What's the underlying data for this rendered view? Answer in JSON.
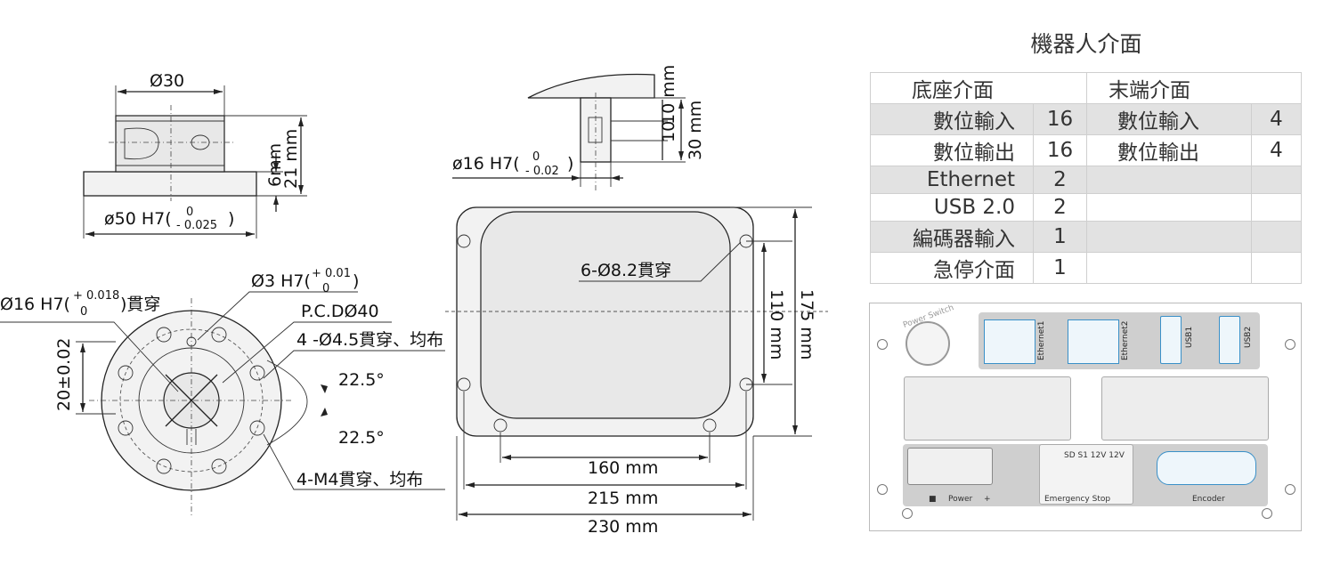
{
  "drawing": {
    "base_flange": {
      "dia_30": "Ø30",
      "dia_50": "ø50 H7(",
      "tol_50_upper": "0",
      "tol_50_lower": "- 0.025",
      "tol_close": ")",
      "h_6": "6mm",
      "h_21": "21 mm"
    },
    "base_top": {
      "dia_16": "Ø16 H7(",
      "tol_16_upper": "+ 0.018",
      "tol_16_lower": "0",
      "tol_16_suffix": ")貫穿",
      "dia_3": "Ø3 H7(",
      "tol_3_upper": "+ 0.01",
      "tol_3_lower": "0",
      "tol_3_close": ")",
      "pcd": "P.C.DØ40",
      "holes_45": "4 -Ø4.5貫穿、均布",
      "angle_1": "22.5°",
      "angle_2": "22.5°",
      "m4": "4-M4貫穿、均布",
      "dim_20": "20±0.02"
    },
    "tool_side": {
      "dia_16": "ø16 H7(",
      "tol_upper": "0",
      "tol_lower": "- 0.02",
      "tol_close": ")",
      "d_10a": "10",
      "d_10b": "10 mm",
      "d_30": "30 mm"
    },
    "controller": {
      "holes": "6-Ø8.2貫穿",
      "w_160": "160 mm",
      "w_215": "215 mm",
      "w_230": "230 mm",
      "h_110": "110 mm",
      "h_175": "175 mm"
    }
  },
  "interface": {
    "title": "機器人介面",
    "base_header": "底座介面",
    "end_header": "末端介面",
    "rows": [
      {
        "name": "數位輸入",
        "count": "16",
        "end_name": "數位輸入",
        "end_count": "4"
      },
      {
        "name": "數位輸出",
        "count": "16",
        "end_name": "數位輸出",
        "end_count": "4"
      },
      {
        "name": "Ethernet",
        "count": "2",
        "end_name": "",
        "end_count": ""
      },
      {
        "name": "USB 2.0",
        "count": "2",
        "end_name": "",
        "end_count": ""
      },
      {
        "name": "編碼器輸入",
        "count": "1",
        "end_name": "",
        "end_count": ""
      },
      {
        "name": "急停介面",
        "count": "1",
        "end_name": "",
        "end_count": ""
      }
    ]
  },
  "panel": {
    "power_switch": "Power Switch",
    "ethernet1": "Ethernet1",
    "ethernet2": "Ethernet2",
    "usb1": "USB1",
    "usb2": "USB2",
    "estop_pins": "SD S1 12V 12V",
    "power_label": "Power",
    "power_minus": "■",
    "power_plus": "+",
    "estop_label": "Emergency Stop",
    "encoder_label": "Encoder",
    "accent_color": "#3a90c8"
  }
}
